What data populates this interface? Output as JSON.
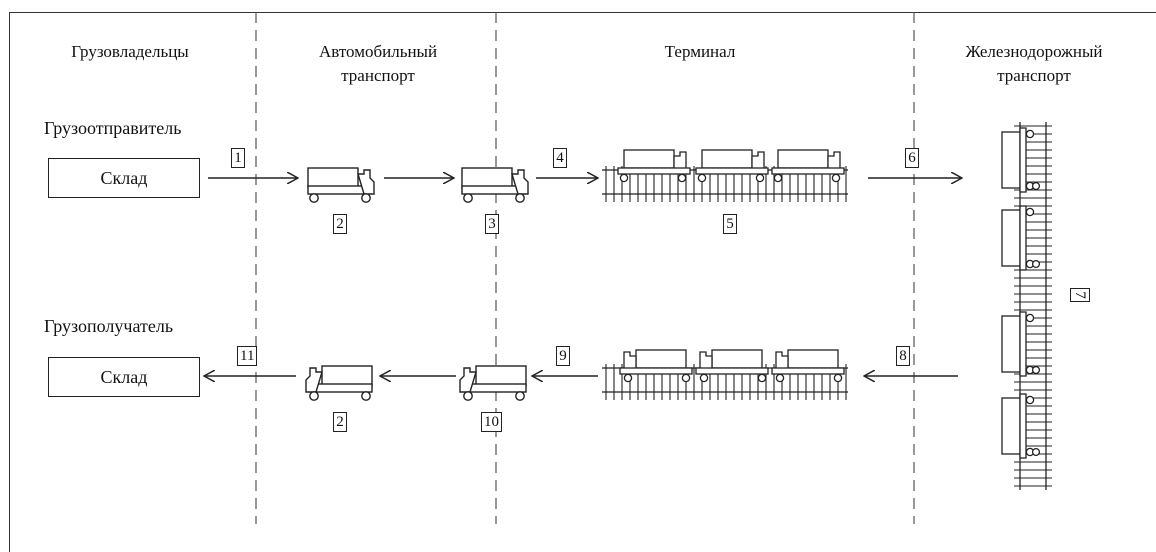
{
  "zones": {
    "owners": "Грузовладельцы",
    "road": "Автомобильный\nтранспорт",
    "terminal": "Терминал",
    "rail": "Железнодорожный\nтранспорт"
  },
  "sender": {
    "label": "Грузоотправитель",
    "box": "Склад"
  },
  "receiver": {
    "label": "Грузополучатель",
    "box": "Склад"
  },
  "step_numbers": {
    "n1": "1",
    "n2_top": "2",
    "n3": "3",
    "n4": "4",
    "n5": "5",
    "n6": "6",
    "n7": "7",
    "n8": "8",
    "n9": "9",
    "n10": "10",
    "n2_bottom": "2",
    "n11": "11"
  },
  "colors": {
    "line": "#222222",
    "fill": "#ffffff",
    "divider": "#555555"
  }
}
